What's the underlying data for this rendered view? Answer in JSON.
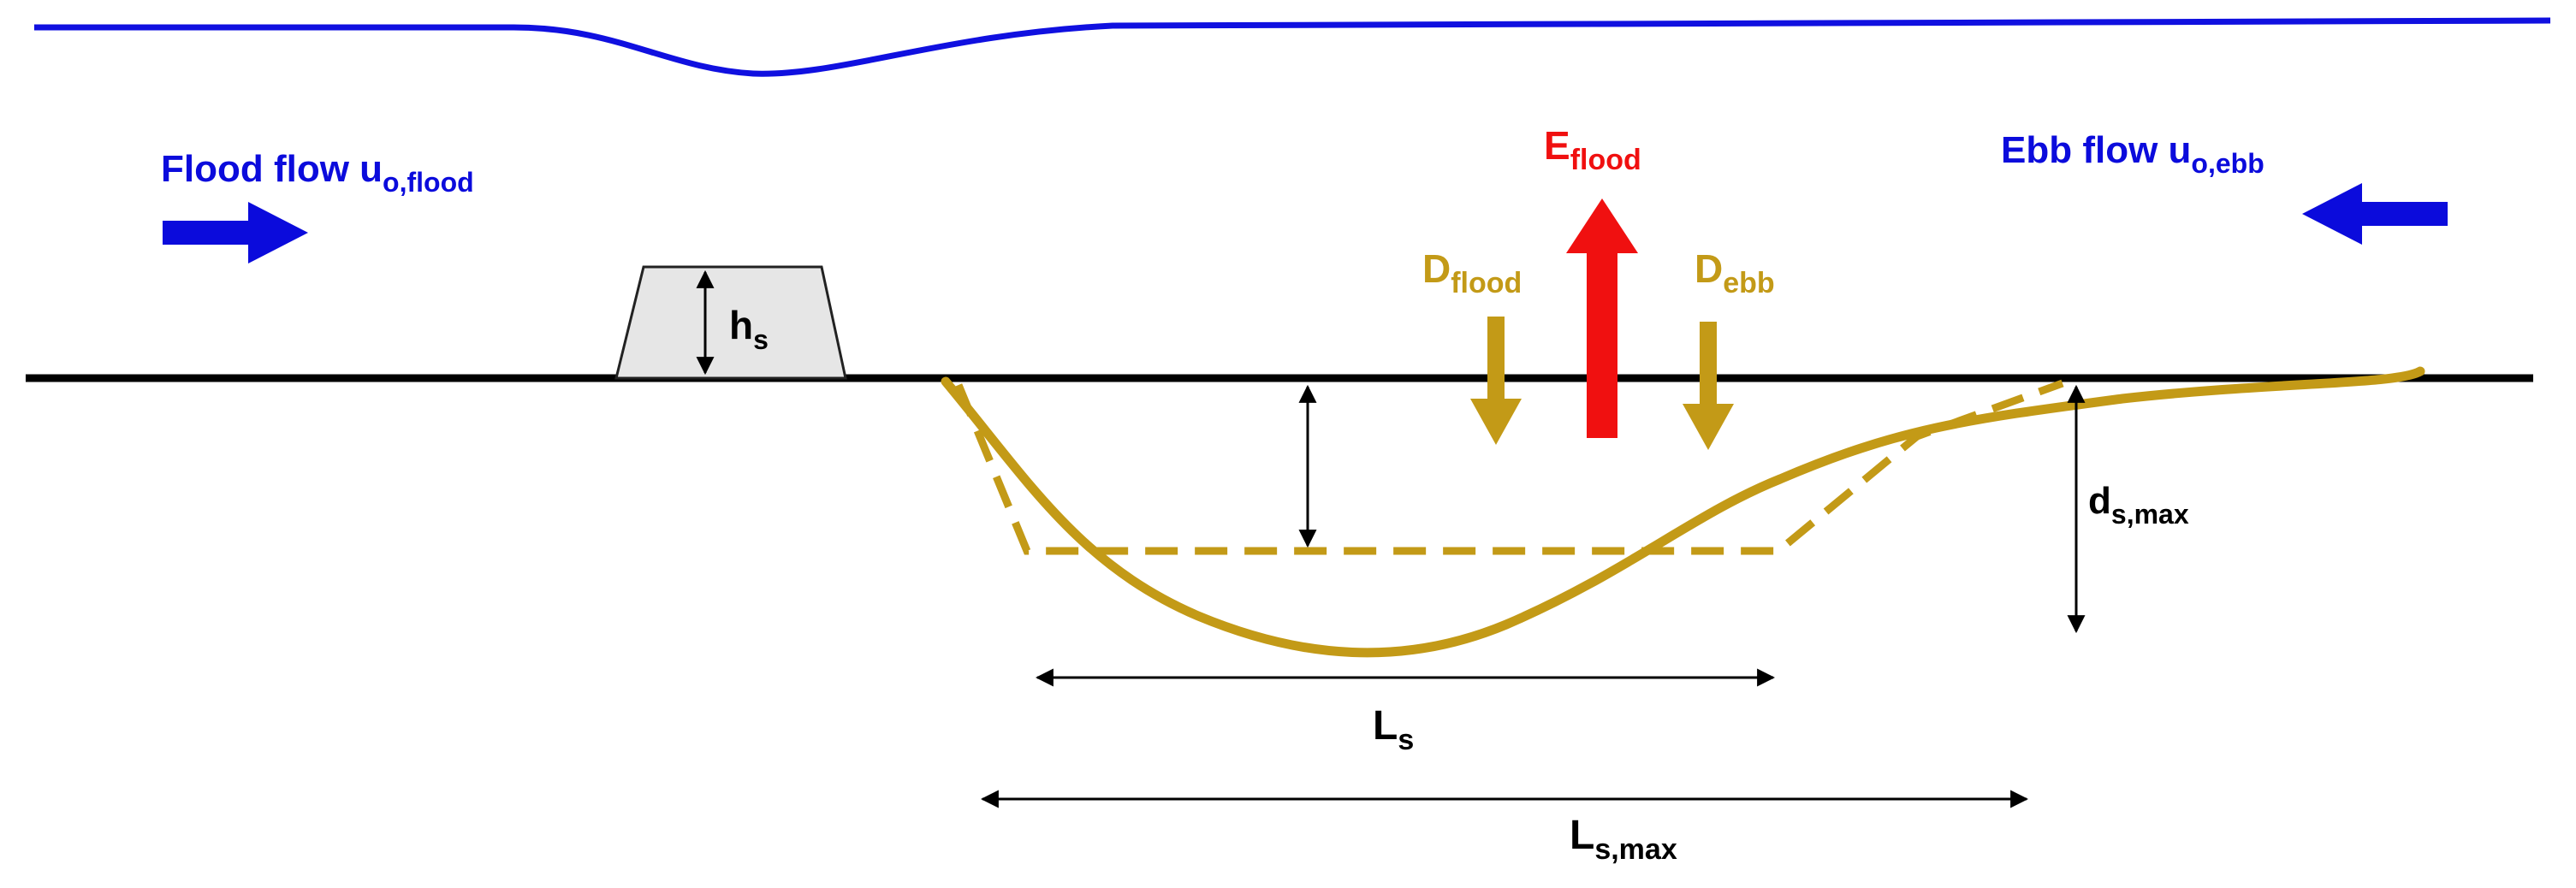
{
  "labels": {
    "flood_flow": {
      "main": "Flood flow u",
      "sub": "o,flood"
    },
    "ebb_flow": {
      "main": "Ebb flow u",
      "sub": "o,ebb"
    },
    "e_flood": {
      "main": "E",
      "sub": "flood"
    },
    "d_flood": {
      "main": "D",
      "sub": "flood"
    },
    "d_ebb": {
      "main": "D",
      "sub": "ebb"
    },
    "h_s": {
      "main": "h",
      "sub": "s"
    },
    "d_s_max": {
      "main": "d",
      "sub": "s,max"
    },
    "l_s": {
      "main": "L",
      "sub": "s"
    },
    "l_s_max": {
      "main": "L",
      "sub": "s,max"
    }
  },
  "colors": {
    "water": "#1010e0",
    "flow_arrow": "#0b0bdc",
    "erosion": "#f01010",
    "deposition": "#c39a17",
    "scour": "#c39a17",
    "bed": "#000000",
    "structure_fill": "#e6e6e6",
    "text_dark": "#000000"
  }
}
